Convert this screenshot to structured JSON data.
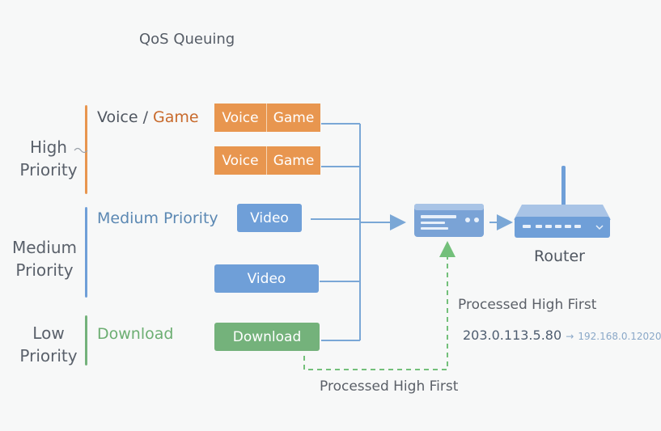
{
  "title": "QoS Queuing",
  "tiers": {
    "high": "High\nPriority",
    "medium": "Medium\nPriority",
    "low": "Low\nPriority"
  },
  "categories": {
    "high_a": "Voice / ",
    "high_b": "Game",
    "medium": "Medium Priority",
    "low": "Download"
  },
  "packets": {
    "row1": [
      "Voice",
      "Game"
    ],
    "row2": [
      "Voice",
      "Game"
    ],
    "row3": "Video",
    "row4": "Video",
    "row5": "Download"
  },
  "router_label": "Router",
  "processed_label_right": "Processed High First",
  "processed_label_bottom": "Processed High First",
  "ip_from": "203.0.113.5.80",
  "ip_arrow": "→",
  "ip_to": "192.168.0.12020",
  "colors": {
    "high": "#e8964f",
    "medium": "#6f9fd8",
    "low": "#74b27b",
    "line": "#7aa7d6",
    "dashed": "#73c07a"
  }
}
